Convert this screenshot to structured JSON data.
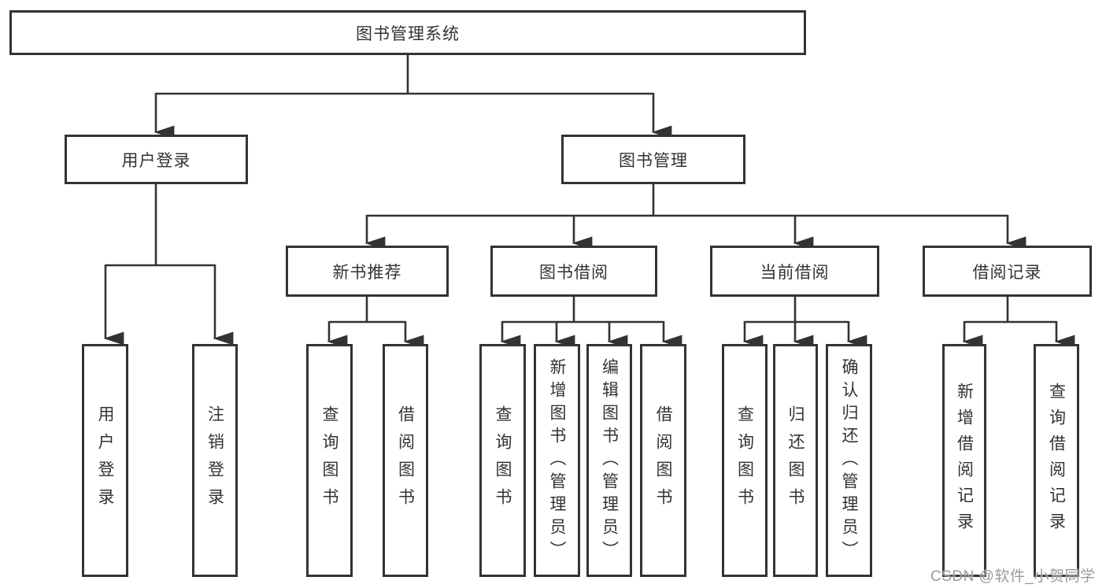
{
  "tree": {
    "root": {
      "label": "图书管理系统"
    },
    "branches": [
      {
        "label": "用户登录",
        "children": [
          {
            "label": "用户登录"
          },
          {
            "label": "注销登录"
          }
        ]
      },
      {
        "label": "图书管理",
        "children": [
          {
            "label": "新书推荐",
            "children": [
              {
                "label": "查询图书"
              },
              {
                "label": "借阅图书"
              }
            ]
          },
          {
            "label": "图书借阅",
            "children": [
              {
                "label": "查询图书"
              },
              {
                "label": "新增图书（管理员）"
              },
              {
                "label": "编辑图书（管理员）"
              },
              {
                "label": "借阅图书"
              }
            ]
          },
          {
            "label": "当前借阅",
            "children": [
              {
                "label": "查询图书"
              },
              {
                "label": "归还图书"
              },
              {
                "label": "确认归还（管理员）"
              }
            ]
          },
          {
            "label": "借阅记录",
            "children": [
              {
                "label": "新增借阅记录"
              },
              {
                "label": "查询借阅记录"
              }
            ]
          }
        ]
      }
    ],
    "colors": {
      "line": "#333333",
      "box_border": "#333333",
      "box_fill": "#ffffff",
      "text": "#333333",
      "watermark": "#9a9a9a"
    }
  },
  "watermark": {
    "text": "CSDN @软件_小贺同学"
  }
}
